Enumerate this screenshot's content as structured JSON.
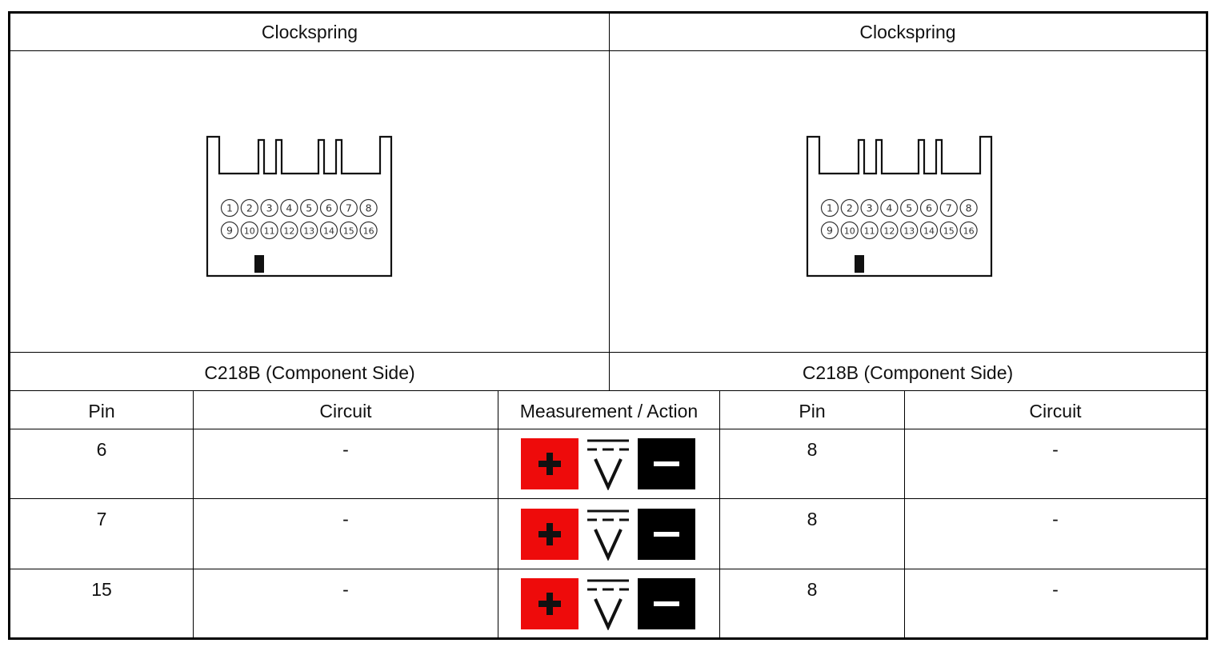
{
  "header": {
    "left_title": "Clockspring",
    "right_title": "Clockspring"
  },
  "connectors": {
    "left_caption": "C218B (Component Side)",
    "right_caption": "C218B (Component Side)",
    "pins_row1": [
      "1",
      "2",
      "3",
      "4",
      "5",
      "6",
      "7",
      "8"
    ],
    "pins_row2": [
      "9",
      "10",
      "11",
      "12",
      "13",
      "14",
      "15",
      "16"
    ]
  },
  "table": {
    "columns": [
      "Pin",
      "Circuit",
      "Measurement / Action",
      "Pin",
      "Circuit"
    ],
    "rows": [
      {
        "pin_a": "6",
        "circuit_a": "-",
        "pin_b": "8",
        "circuit_b": "-"
      },
      {
        "pin_a": "7",
        "circuit_a": "-",
        "pin_b": "8",
        "circuit_b": "-"
      },
      {
        "pin_a": "15",
        "circuit_a": "-",
        "pin_b": "8",
        "circuit_b": "-"
      }
    ],
    "measurement_icons": [
      "positive-probe-icon",
      "dc-voltage-icon",
      "negative-probe-icon"
    ]
  },
  "colors": {
    "positive": "#ee0b0b",
    "negative": "#000000",
    "border": "#000000"
  }
}
